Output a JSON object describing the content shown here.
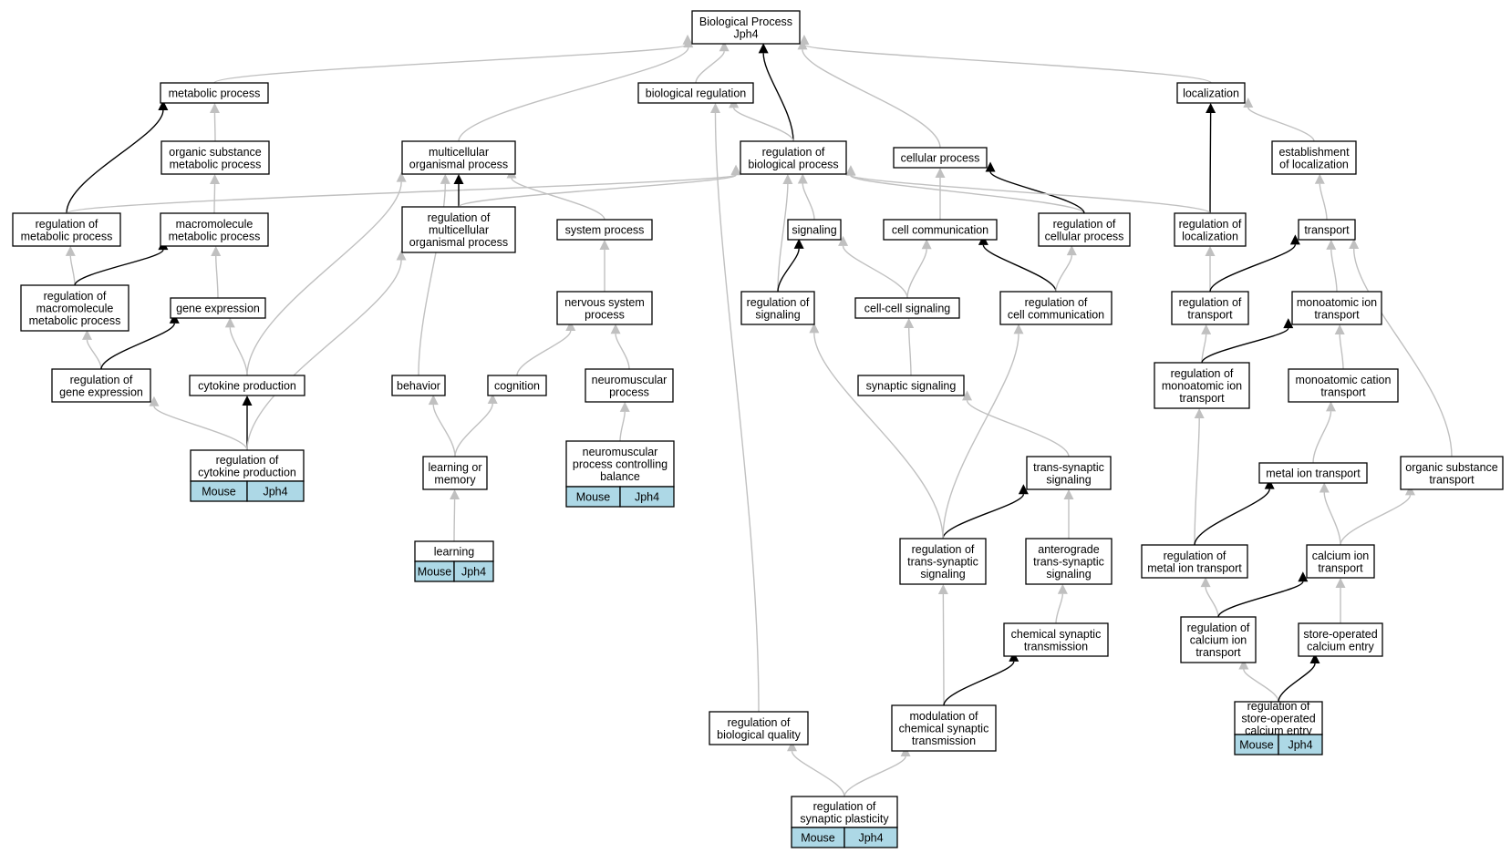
{
  "diagram": {
    "colors": {
      "edge_default": "#c0c0c0",
      "edge_highlight": "#000000",
      "annotation_fill": "#add8e6"
    },
    "nodes": [
      {
        "id": "root",
        "lines": [
          "Biological Process",
          "Jph4"
        ]
      },
      {
        "id": "metabolic",
        "lines": [
          "metabolic process"
        ]
      },
      {
        "id": "bioreg",
        "lines": [
          "biological regulation"
        ]
      },
      {
        "id": "localization",
        "lines": [
          "localization"
        ]
      },
      {
        "id": "orgsubmet",
        "lines": [
          "organic substance",
          "metabolic process"
        ]
      },
      {
        "id": "multicell",
        "lines": [
          "multicellular",
          "organismal process"
        ]
      },
      {
        "id": "regbio",
        "lines": [
          "regulation of",
          "biological process"
        ]
      },
      {
        "id": "cellular",
        "lines": [
          "cellular process"
        ]
      },
      {
        "id": "estloc",
        "lines": [
          "establishment",
          "of localization"
        ]
      },
      {
        "id": "regmet",
        "lines": [
          "regulation of",
          "metabolic process"
        ]
      },
      {
        "id": "macromet",
        "lines": [
          "macromolecule",
          "metabolic process"
        ]
      },
      {
        "id": "regmulti",
        "lines": [
          "regulation of",
          "multicellular",
          "organismal process"
        ]
      },
      {
        "id": "system",
        "lines": [
          "system process"
        ]
      },
      {
        "id": "signaling",
        "lines": [
          "signaling"
        ]
      },
      {
        "id": "cellcomm",
        "lines": [
          "cell communication"
        ]
      },
      {
        "id": "regcell",
        "lines": [
          "regulation of",
          "cellular process"
        ]
      },
      {
        "id": "regloc",
        "lines": [
          "regulation of",
          "localization"
        ]
      },
      {
        "id": "transport",
        "lines": [
          "transport"
        ]
      },
      {
        "id": "regmacro",
        "lines": [
          "regulation of",
          "macromolecule",
          "metabolic process"
        ]
      },
      {
        "id": "geneexp",
        "lines": [
          "gene expression"
        ]
      },
      {
        "id": "nervous",
        "lines": [
          "nervous system",
          "process"
        ]
      },
      {
        "id": "regsig",
        "lines": [
          "regulation of",
          "signaling"
        ]
      },
      {
        "id": "cellcell",
        "lines": [
          "cell-cell signaling"
        ]
      },
      {
        "id": "regcellcomm",
        "lines": [
          "regulation of",
          "cell communication"
        ]
      },
      {
        "id": "regtransport",
        "lines": [
          "regulation of",
          "transport"
        ]
      },
      {
        "id": "monoion",
        "lines": [
          "monoatomic ion",
          "transport"
        ]
      },
      {
        "id": "reggeneexp",
        "lines": [
          "regulation of",
          "gene expression"
        ]
      },
      {
        "id": "cytokine",
        "lines": [
          "cytokine production"
        ]
      },
      {
        "id": "behavior",
        "lines": [
          "behavior"
        ]
      },
      {
        "id": "cognition",
        "lines": [
          "cognition"
        ]
      },
      {
        "id": "neuromusc",
        "lines": [
          "neuromuscular",
          "process"
        ]
      },
      {
        "id": "synsig",
        "lines": [
          "synaptic signaling"
        ]
      },
      {
        "id": "regmonoion",
        "lines": [
          "regulation of",
          "monoatomic ion",
          "transport"
        ]
      },
      {
        "id": "monocation",
        "lines": [
          "monoatomic cation",
          "transport"
        ]
      },
      {
        "id": "regcytokine",
        "lines": [
          "regulation of",
          "cytokine production"
        ],
        "annotation": [
          "Mouse",
          "Jph4"
        ]
      },
      {
        "id": "learnmem",
        "lines": [
          "learning or",
          "memory"
        ]
      },
      {
        "id": "neurobal",
        "lines": [
          "neuromuscular",
          "process controlling",
          "balance"
        ],
        "annotation": [
          "Mouse",
          "Jph4"
        ]
      },
      {
        "id": "transsyn",
        "lines": [
          "trans-synaptic",
          "signaling"
        ]
      },
      {
        "id": "metalion",
        "lines": [
          "metal ion transport"
        ]
      },
      {
        "id": "orgsubtrans",
        "lines": [
          "organic substance",
          "transport"
        ]
      },
      {
        "id": "learning",
        "lines": [
          "learning"
        ],
        "annotation": [
          "Mouse",
          "Jph4"
        ]
      },
      {
        "id": "regtranssyn",
        "lines": [
          "regulation of",
          "trans-synaptic",
          "signaling"
        ]
      },
      {
        "id": "antero",
        "lines": [
          "anterograde",
          "trans-synaptic",
          "signaling"
        ]
      },
      {
        "id": "regmetalion",
        "lines": [
          "regulation of",
          "metal ion transport"
        ]
      },
      {
        "id": "calcium",
        "lines": [
          "calcium ion",
          "transport"
        ]
      },
      {
        "id": "chemsyn",
        "lines": [
          "chemical synaptic",
          "transmission"
        ]
      },
      {
        "id": "regcalcium",
        "lines": [
          "regulation of",
          "calcium ion",
          "transport"
        ]
      },
      {
        "id": "soce",
        "lines": [
          "store-operated",
          "calcium entry"
        ]
      },
      {
        "id": "regbioqual",
        "lines": [
          "regulation of",
          "biological quality"
        ]
      },
      {
        "id": "modchemsyn",
        "lines": [
          "modulation of",
          "chemical synaptic",
          "transmission"
        ]
      },
      {
        "id": "regsoce",
        "lines": [
          "regulation of",
          "store-operated",
          "calcium entry"
        ],
        "annotation": [
          "Mouse",
          "Jph4"
        ]
      },
      {
        "id": "regsynplast",
        "lines": [
          "regulation of",
          "synaptic plasticity"
        ],
        "annotation": [
          "Mouse",
          "Jph4"
        ]
      }
    ]
  }
}
